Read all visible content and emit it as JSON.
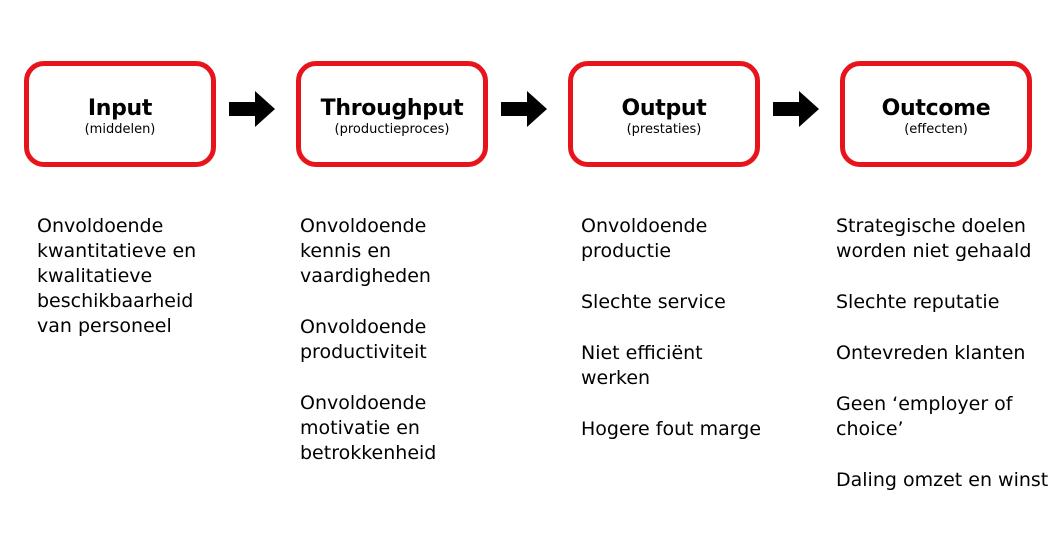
{
  "diagram": {
    "stages": [
      {
        "title": "Input",
        "subtitle": "(middelen)",
        "items": [
          "Onvoldoende\nkwantitatieve en\nkwalitatieve\nbeschikbaarheid\nvan personeel"
        ]
      },
      {
        "title": "Throughput",
        "subtitle": "(productieproces)",
        "items": [
          "Onvoldoende\nkennis en\nvaardigheden",
          "Onvoldoende\nproductiviteit",
          "Onvoldoende\nmotivatie en\nbetrokkenheid"
        ]
      },
      {
        "title": "Output",
        "subtitle": "(prestaties)",
        "items": [
          "Onvoldoende\nproductie",
          "Slechte service",
          "Niet efficiënt\nwerken",
          "Hogere fout marge"
        ]
      },
      {
        "title": "Outcome",
        "subtitle": "(effecten)",
        "items": [
          "Strategische doelen\nworden niet gehaald",
          "Slechte reputatie",
          "Ontevreden klanten",
          "Geen ‘employer of\nchoice’",
          "Daling omzet en winst"
        ]
      }
    ],
    "colors": {
      "box_border": "#e8141b",
      "arrow": "#000000",
      "text": "#000000"
    },
    "icons": {
      "connector": "arrow-right-icon"
    }
  }
}
